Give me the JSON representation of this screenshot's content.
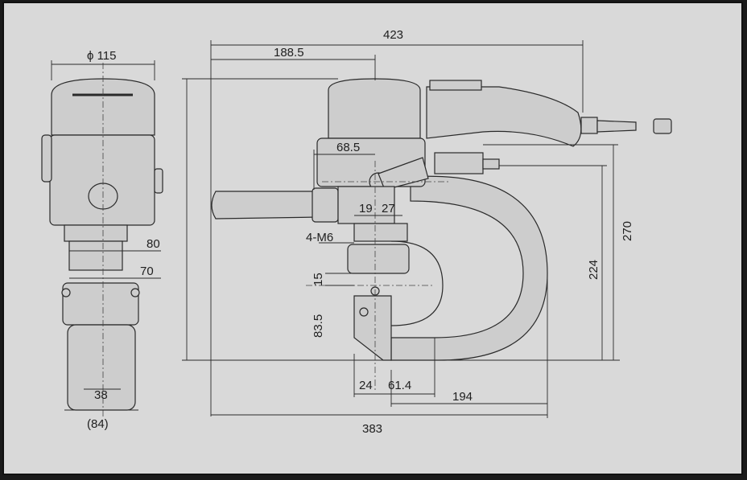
{
  "colors": {
    "paper": "#d9d9d9",
    "line": "#2a2a2a",
    "body_fill": "#c9c9c9",
    "frame": "#1a1a1a"
  },
  "dimensions": {
    "diameter": "ϕ 115",
    "d80": "80",
    "d70": "70",
    "d38": "38",
    "d84": "(84)",
    "d423": "423",
    "d188_5": "188.5",
    "d68_5": "68.5",
    "d19": "19",
    "d27": "27",
    "m6": "4-M6",
    "d15": "15",
    "d83_5": "83.5",
    "d24": "24",
    "d61_4": "61.4",
    "d194": "194",
    "d383": "383",
    "d270": "270",
    "d224": "224"
  }
}
